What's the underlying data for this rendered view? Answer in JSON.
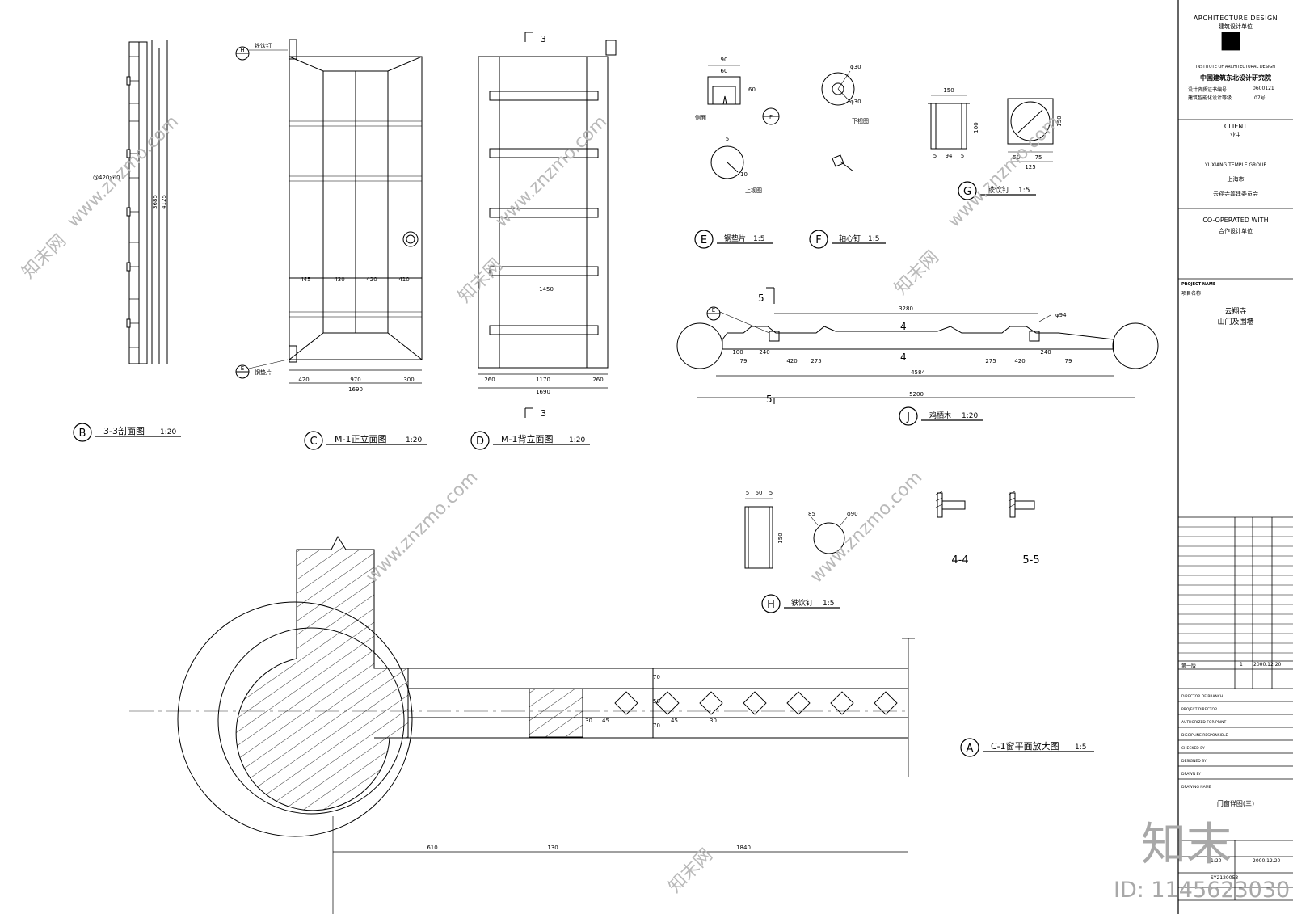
{
  "views": {
    "B": {
      "letter": "B",
      "title": "3-3剖面图",
      "scale": "1:20"
    },
    "C": {
      "letter": "C",
      "title": "M-1正立面图",
      "scale": "1:20"
    },
    "D": {
      "letter": "D",
      "title": "M-1背立面图",
      "scale": "1:20"
    },
    "E": {
      "letter": "E",
      "title": "钢垫片",
      "scale": "1:5"
    },
    "F": {
      "letter": "F",
      "title": "轴心钉",
      "scale": "1:5"
    },
    "G": {
      "letter": "G",
      "title": "铁饮钉",
      "scale": "1:5"
    },
    "H": {
      "letter": "H",
      "title": "铁饮钉",
      "scale": "1:5"
    },
    "J": {
      "letter": "J",
      "title": "鸡栖木",
      "scale": "1:20"
    },
    "A": {
      "letter": "A",
      "title": "C-1窗平面放大图",
      "scale": "1:5"
    }
  },
  "dims": {
    "b_total": "4125",
    "b_inner": "3685",
    "b_spec": "@420x60",
    "c_bottom": [
      "420",
      "970",
      "300"
    ],
    "c_total": "1690",
    "c_mid": [
      "445",
      "430",
      "420",
      "410"
    ],
    "d_bottom": [
      "260",
      "1170",
      "260"
    ],
    "d_total": "1690",
    "d_mid": "1450",
    "j_top": "3280",
    "j_mid": "4584",
    "j_total": "5200",
    "j_left": [
      "100",
      "79",
      "240",
      "420",
      "275"
    ],
    "j_right": [
      "275",
      "420",
      "240",
      "79"
    ],
    "j_dia": "φ94",
    "e_top": "90",
    "e_w": "60",
    "e_h": "60",
    "e_r": "5",
    "e_b": "10",
    "f_d1": "φ30",
    "f_d2": "φ30",
    "g_w": "150",
    "g_h": "100",
    "g_sub": [
      "5",
      "94",
      "5"
    ],
    "g_sq": "150",
    "g_sub2": [
      "50",
      "75"
    ],
    "g_tot": "125",
    "h_top": [
      "5",
      "60",
      "5"
    ],
    "h_h": "150",
    "h_d": "φ90",
    "h_r": "85",
    "a_bottom": [
      "610",
      "130",
      "1840"
    ],
    "a_side": [
      "70",
      "50",
      "70"
    ],
    "a_ins": [
      "30",
      "45",
      "45",
      "30"
    ],
    "sect_no": [
      "3",
      "4",
      "5"
    ]
  },
  "labels": {
    "e_side": "侧面",
    "e_top_view": "上视图",
    "f_bottom_view": "下视图",
    "sec44": "4-4",
    "sec55": "5-5",
    "callout_h": "铁饮钉",
    "callout_e": "钢垫片"
  },
  "title_block": {
    "firm": "ARCHITECTURE DESIGN",
    "firm_cn": "建筑设计单位",
    "institute_en": "INSTITUTE OF ARCHITECTURAL DESIGN",
    "institute": "中国建筑东北设计研究院",
    "cert1": "设计资质证书编号",
    "cert1_no": "0600121",
    "cert2": "建筑智能化设计等级",
    "cert2_no": "07号",
    "client_h": "CLIENT",
    "client_cn": "业主",
    "owner_en": "YUXIANG TEMPLE GROUP",
    "owner_city": "上海市",
    "owner": "云翔寺筹建委员会",
    "coop_h": "CO-OPERATED WITH",
    "coop_cn": "合作设计单位",
    "project_h": "PROJECT NAME",
    "project_cn": "项目名称",
    "project": "云翔寺",
    "project2": "山门及围墙",
    "revision": "第一版",
    "rev_no": "1",
    "rev_date": "2000.12.20",
    "roles": [
      "DIRECTOR OF BRANCH",
      "PROJECT DIRECTOR",
      "AUTHORIZED FOR PRINT",
      "DISCIPLINE RESPONSIBLE",
      "CHECKED BY",
      "DESIGNED BY",
      "DRAWN BY",
      "DRAWING NAME"
    ],
    "drawing_name": "门窗详图(三)",
    "scale": "1:20",
    "date": "2000.12.20",
    "drawing_no": "SY2120053",
    "watermark": "知末",
    "id_text": "ID: 1145623030"
  },
  "watermarks": [
    "www.znzmo.com",
    "知末网"
  ]
}
